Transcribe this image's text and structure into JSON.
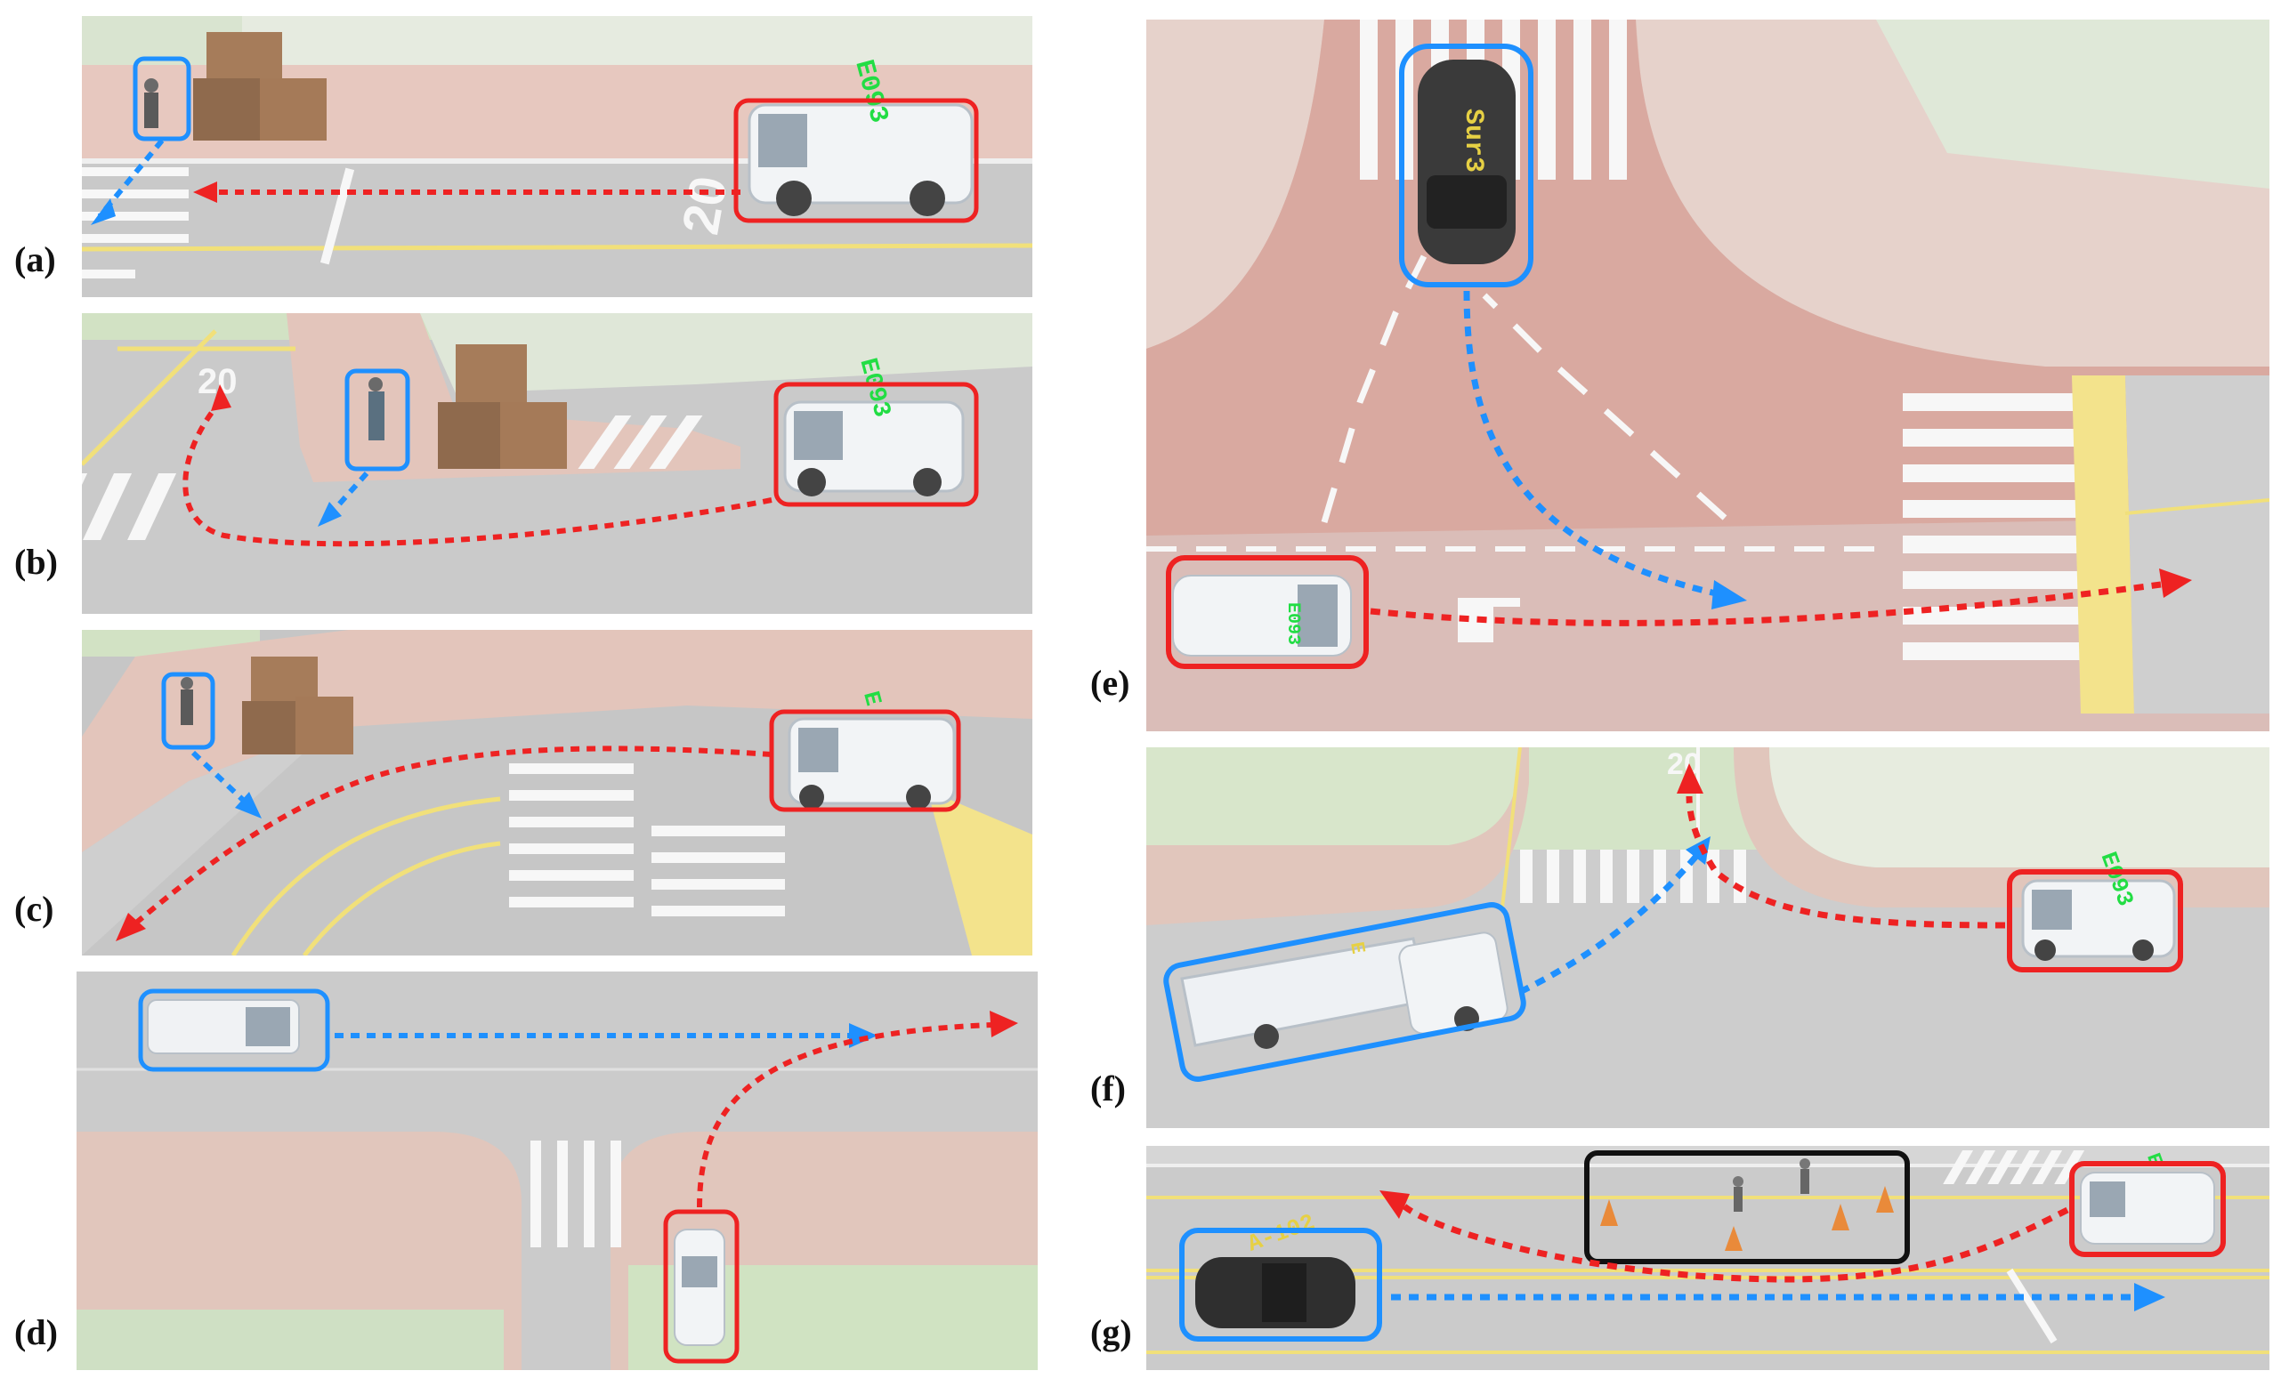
{
  "colors": {
    "ego_box": "#ee2222",
    "other_box": "#1e90ff",
    "obstacle_box": "#111111",
    "plate_text": "#22dd44"
  },
  "panels": {
    "a": {
      "label": "(a)",
      "road_number": "20",
      "plate": "E093"
    },
    "b": {
      "label": "(b)",
      "road_number": "20",
      "plate": "E093"
    },
    "c": {
      "label": "(c)",
      "plate": "E"
    },
    "d": {
      "label": "(d)"
    },
    "e": {
      "label": "(e)",
      "plate_other": "Sur3",
      "plate_ego": "E093"
    },
    "f": {
      "label": "(f)",
      "road_number": "20",
      "plate": "E093",
      "plate_other": "E"
    },
    "g": {
      "label": "(g)",
      "plate_other": "A-102",
      "plate_ego": "E"
    }
  }
}
